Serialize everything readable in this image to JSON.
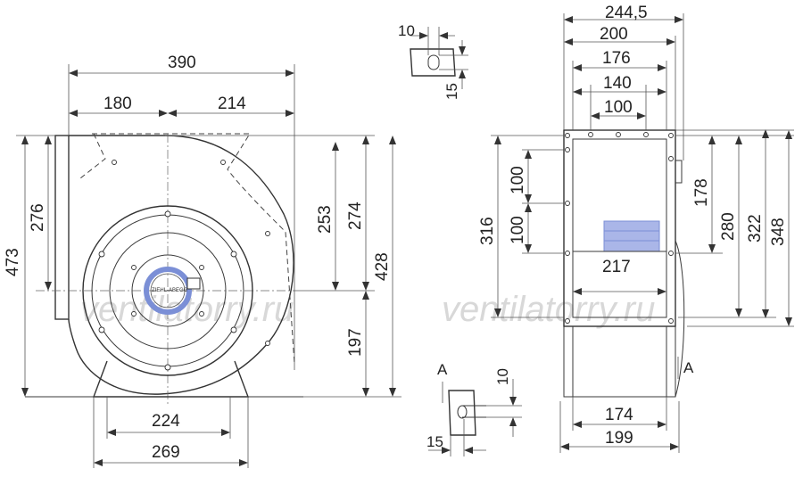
{
  "watermark": "ventilatorry.ru",
  "section_label": "A",
  "brand_text": "ZIEHL-ABEGG",
  "dims": {
    "w390": "390",
    "w180": "180",
    "w214": "214",
    "h473": "473",
    "h276": "276",
    "h253": "253",
    "h274": "274",
    "h428": "428",
    "h197": "197",
    "w224": "224",
    "w269": "269",
    "slot10": "10",
    "slot15": "15",
    "w244": "244,5",
    "w200": "200",
    "w176": "176",
    "w140": "140",
    "w100": "100",
    "h316": "316",
    "h100a": "100",
    "h100b": "100",
    "h178": "178",
    "h280": "280",
    "h322": "322",
    "h348": "348",
    "w217": "217",
    "w174": "174",
    "w199": "199",
    "a10": "10",
    "a15": "15"
  },
  "colors": {
    "blue_accent": "#7b8fd6",
    "terminal_box": "#aab6e8"
  }
}
